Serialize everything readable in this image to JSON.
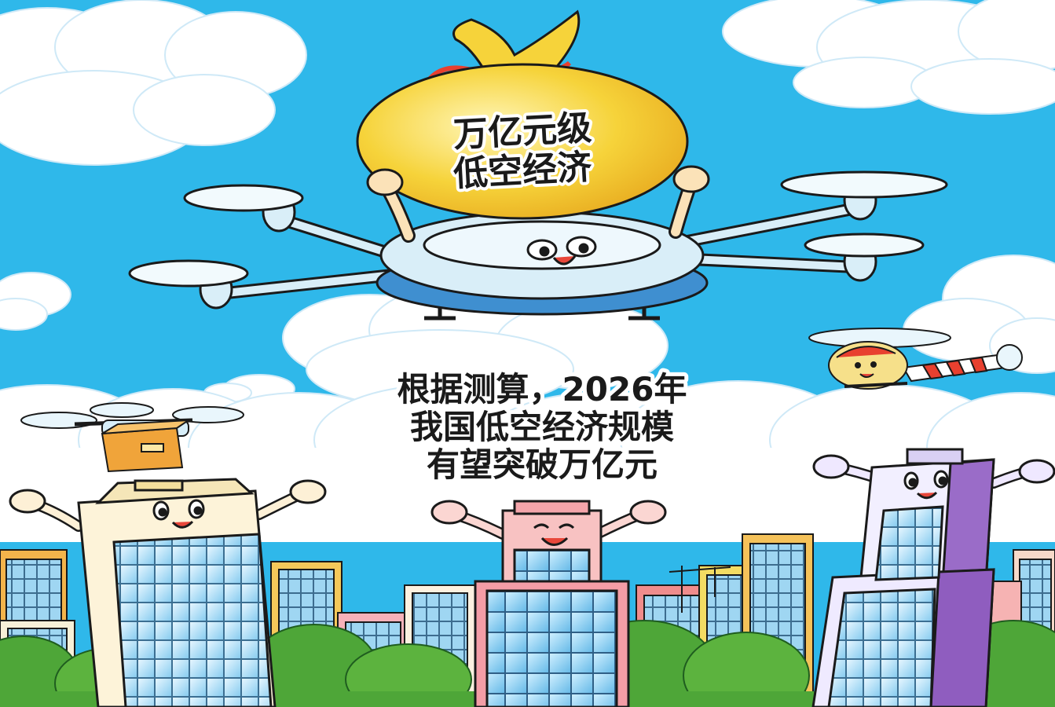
{
  "bag_label": {
    "line1": "万亿元级",
    "line2": "低空经济"
  },
  "caption": {
    "line1": "根据测算，2026年",
    "line2": "我国低空经济规模",
    "line3": "有望突破万亿元"
  },
  "colors": {
    "sky": "#2fb8ea",
    "cloud": "#ffffff",
    "bag": "#f6d33a",
    "drone_body": "#d9eef8",
    "drone_base": "#3f8fd0",
    "helicopter_stripe": "#e8402f",
    "parcel": "#f0a43a",
    "grass": "#6cbf3a",
    "ink": "#1a1a1a"
  }
}
